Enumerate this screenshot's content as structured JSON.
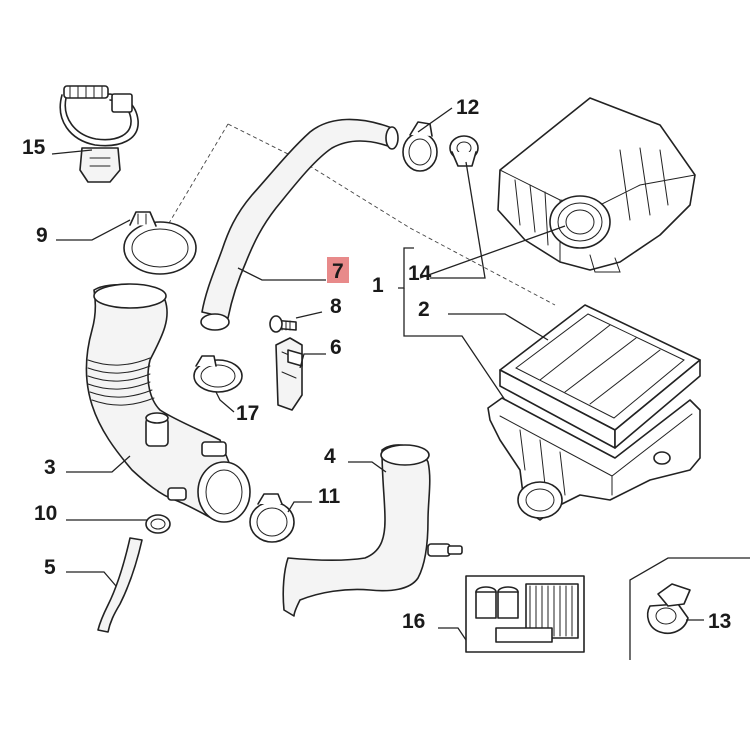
{
  "callouts": [
    {
      "id": "c15",
      "text": "15"
    },
    {
      "id": "c12",
      "text": "12"
    },
    {
      "id": "c9",
      "text": "9"
    },
    {
      "id": "c7",
      "text": "7",
      "highlighted": true
    },
    {
      "id": "c14",
      "text": "14"
    },
    {
      "id": "c1",
      "text": "1"
    },
    {
      "id": "c8",
      "text": "8"
    },
    {
      "id": "c2",
      "text": "2"
    },
    {
      "id": "c6",
      "text": "6"
    },
    {
      "id": "c17",
      "text": "17"
    },
    {
      "id": "c3",
      "text": "3"
    },
    {
      "id": "c4",
      "text": "4"
    },
    {
      "id": "c11",
      "text": "11"
    },
    {
      "id": "c10",
      "text": "10"
    },
    {
      "id": "c5",
      "text": "5"
    },
    {
      "id": "c16",
      "text": "16"
    },
    {
      "id": "c13",
      "text": "13"
    }
  ],
  "colors": {
    "highlight": "#e88a8a",
    "line": "#222222",
    "background": "#ffffff"
  }
}
